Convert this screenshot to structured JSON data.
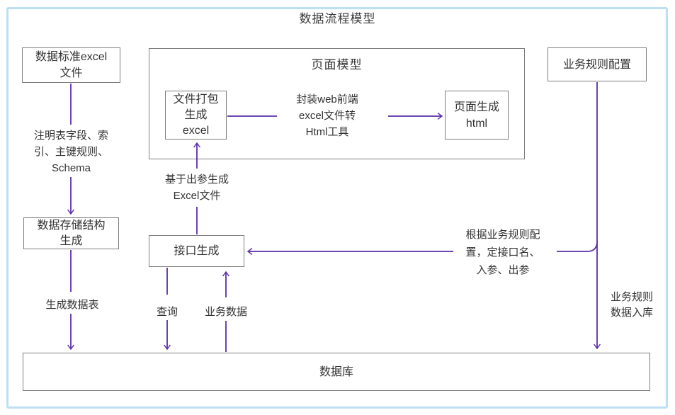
{
  "title": "数据流程模型",
  "colors": {
    "arrow": "#5C2EA8",
    "box_border": "#7d7d7d",
    "frame": "#bddff2",
    "text": "#333333"
  },
  "boxes": {
    "excel_file": "数据标准excel\n文件",
    "page_model": "页面模型",
    "file_pack": "文件打包\n生成\nexcel",
    "page_gen": "页面生成\nhtml",
    "biz_rule": "业务规则配置",
    "storage": "数据存储结构\n生成",
    "api_gen": "接口生成",
    "database": "数据库"
  },
  "labels": {
    "annotation": "注明表字段、索\n引、主键规则、\nSchema",
    "gen_table": "生成数据表",
    "excel_gen": "基于出参生成\nExcel文件",
    "web_tool": "封装web前端\nexcel文件转\nHtml工具",
    "query": "查询",
    "biz_data": "业务数据",
    "rule_config": "根据业务规则配\n置，定接口名、\n入参、出参",
    "rule_store": "业务规则\n数据入库"
  }
}
